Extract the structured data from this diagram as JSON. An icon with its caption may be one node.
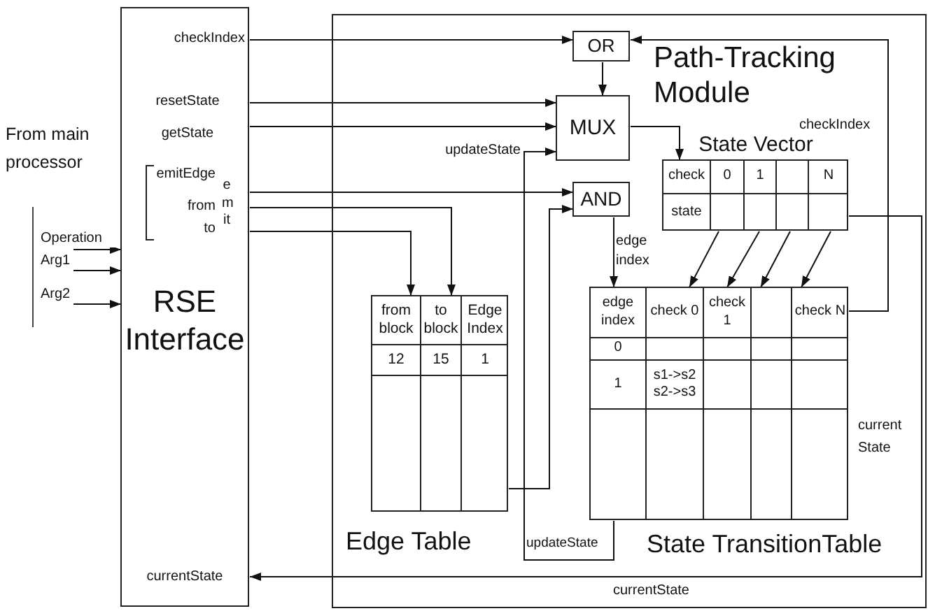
{
  "diagram": {
    "nodes": [
      {
        "text": [
          "checkIndex",
          "resetState",
          "getState",
          "emitEdge",
          "from",
          "to",
          "RSE Interface",
          "currentState"
        ]
      },
      {
        "text": [
          "Path-Tracking Module"
        ]
      },
      {
        "text": [
          "OR"
        ],
        "in": 1
      },
      {
        "text": [
          "MUX"
        ],
        "in": 1
      },
      {
        "text": [
          "AND"
        ],
        "in": 1
      },
      {
        "text": [
          "State Vector",
          "check",
          "0",
          "1",
          "N",
          "state"
        ],
        "in": 1
      },
      {
        "text": [
          "from block",
          "to block",
          "Edge Index",
          "12",
          "15",
          "1",
          "Edge Table"
        ],
        "in": 1
      },
      {
        "text": [
          "edge index",
          "check 0",
          "check 1",
          "check N",
          "0",
          "1",
          "s1->s2 s2->s3",
          "State TransitionTable"
        ],
        "in": 1
      }
    ],
    "edges": [
      {
        "from": 0,
        "to": 2,
        "arrow": "to"
      },
      {
        "from": 0,
        "to": 3,
        "arrow": "to"
      },
      {
        "from": 0,
        "to": 3,
        "arrow": "to"
      },
      {
        "from": 0,
        "to": 4,
        "arrow": "to"
      },
      {
        "from": 0,
        "to": 6,
        "arrow": "to"
      },
      {
        "from": 0,
        "to": 6,
        "arrow": "to"
      },
      {
        "from": 2,
        "to": 3,
        "arrow": "to"
      },
      {
        "from": 3,
        "to": 5,
        "arrow": "to"
      },
      {
        "from": 6,
        "to": 4,
        "arrow": "to"
      },
      {
        "from": 4,
        "to": 7,
        "arrow": "to",
        "label": "edge index"
      },
      {
        "from": 7,
        "to": 3,
        "arrow": "to",
        "label": "updateState"
      },
      {
        "from": 7,
        "to": 2,
        "arrow": "to",
        "label": "checkIndex"
      },
      {
        "from": 5,
        "to": 0,
        "arrow": "to",
        "label": "currentState"
      },
      {
        "from": 5,
        "to": 7,
        "arrow": "to"
      },
      {
        "from": 5,
        "to": 7,
        "arrow": "to"
      },
      {
        "from": 5,
        "to": 7,
        "arrow": "to"
      },
      {
        "from": 5,
        "to": 7,
        "arrow": "to"
      },
      {
        "from": null,
        "to": 0,
        "arrow": "to",
        "label": "Operation"
      },
      {
        "from": null,
        "to": 0,
        "arrow": "to",
        "label": "Arg1"
      },
      {
        "from": null,
        "to": 0,
        "arrow": "to",
        "label": "Arg2"
      }
    ],
    "labels": [
      "From main processor",
      "emit",
      "updateState",
      "current State"
    ]
  }
}
